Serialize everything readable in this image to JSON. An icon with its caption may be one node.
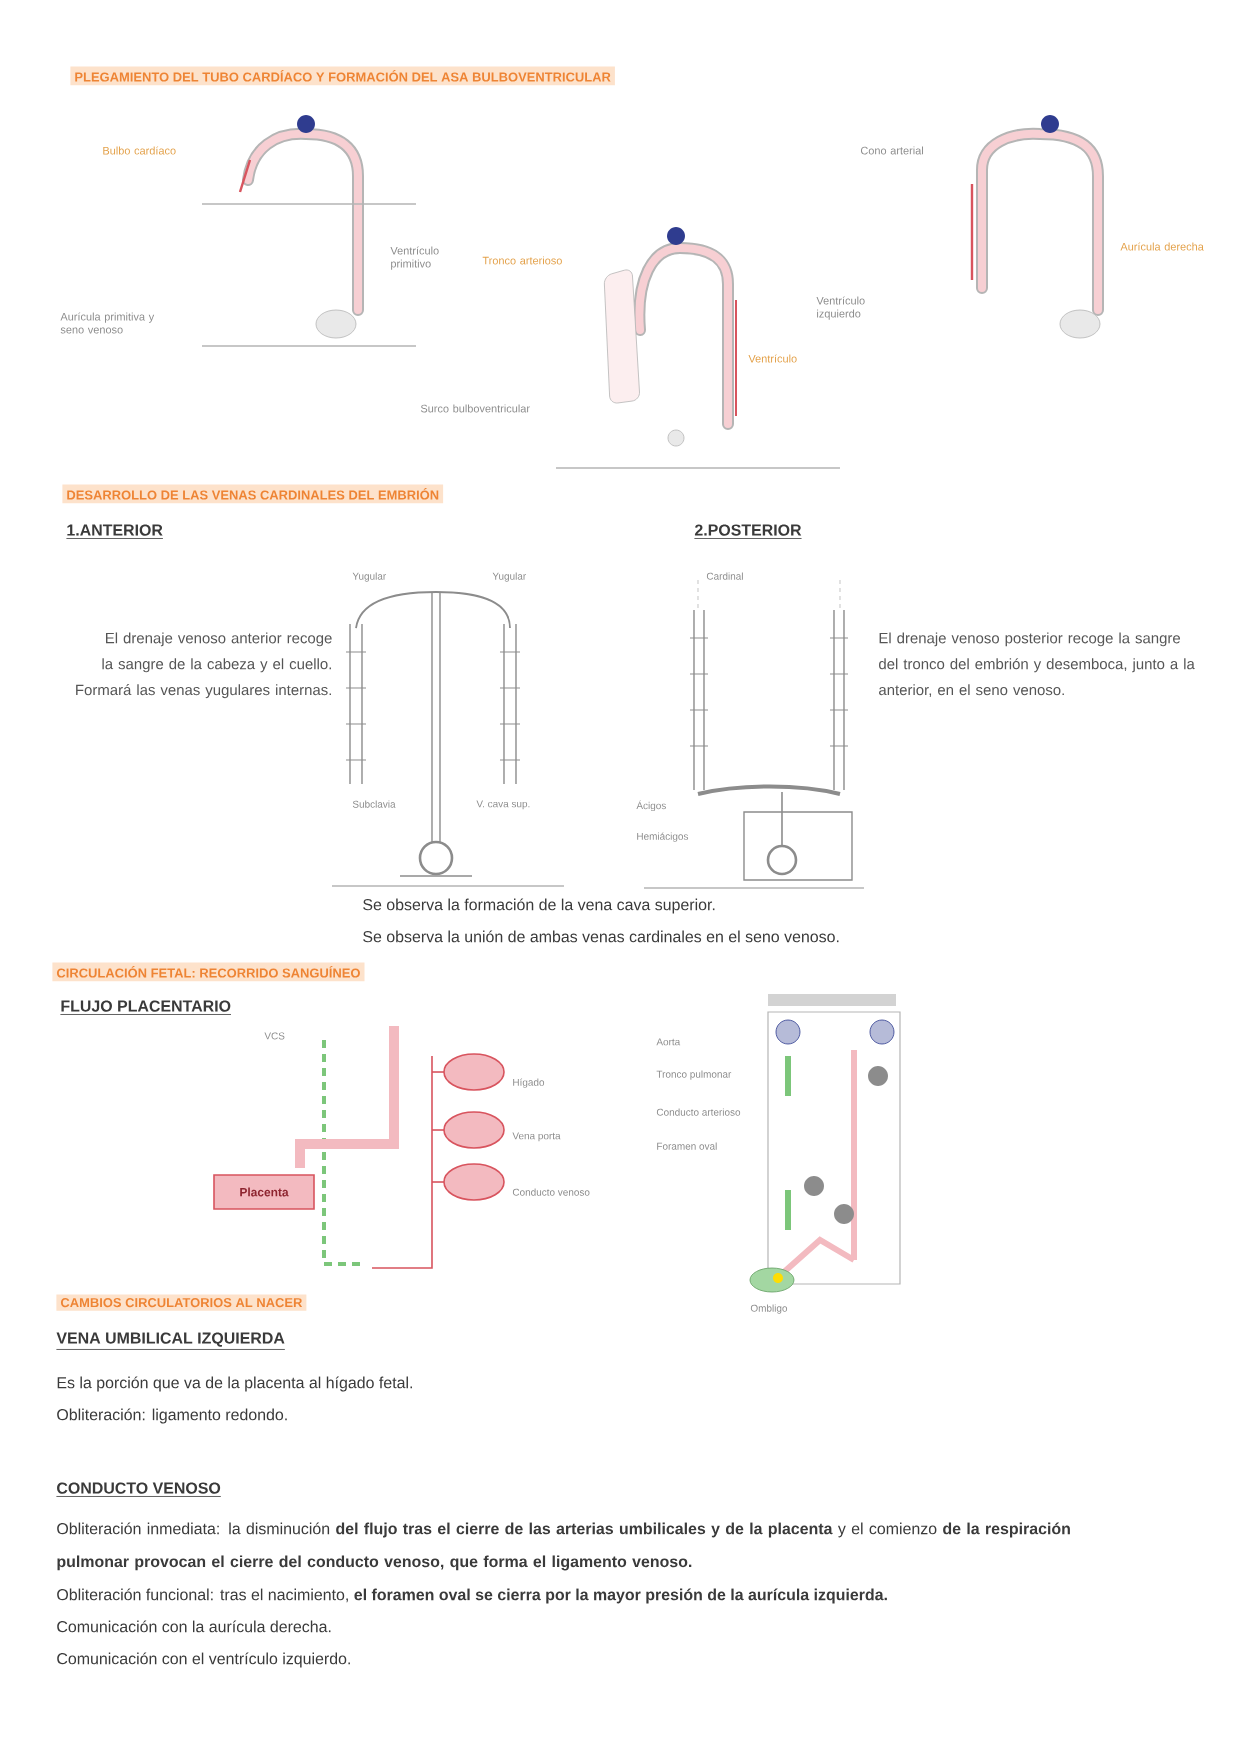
{
  "diagram": {
    "nodes": [
      {
        "text": [
          "PLEGAMIENTO DEL TUBO CARDÍACO Y FORMACIÓN DEL ASA BULBOVENTRICULAR"
        ]
      },
      {
        "text": [
          "DESARROLLO DE LAS VENAS CARDINALES DEL EMBRIÓN"
        ]
      },
      {
        "text": [
          "CIRCULACIÓN FETAL: RECORRIDO SANGUÍNEO"
        ]
      },
      {
        "text": [
          "Placenta"
        ]
      },
      {
        "text": [
          "CAMBIOS CIRCULATORIOS AL NACER"
        ]
      }
    ],
    "labels": [
      "Bulbo cardíaco",
      "Ventrículo primitivo",
      "Aurícula primitiva y seno venoso",
      "Tronco arterioso",
      "Ventrículo",
      "Surco bulboventricular",
      "Cono arterial",
      "Aurícula derecha",
      "Ventrículo izquierdo",
      "1.ANTERIOR",
      "2.POSTERIOR",
      "Yugular",
      "Yugular",
      "Cardinal",
      "El drenaje venoso anterior recoge la sangre de la cabeza y el cuello. Formará las venas yugulares internas.",
      "El drenaje venoso posterior recoge la sangre del tronco del embrión y desemboca, junto a la anterior, en el seno venoso.",
      "Subclavia",
      "V. cava sup.",
      "Ácigos",
      "Hemiácigos",
      "Se observa la formación de la vena cava superior.",
      "Se observa la unión de ambas venas cardinales en el seno venoso.",
      "FLUJO PLACENTARIO",
      "VCS",
      "Aorta",
      "Tronco pulmonar",
      "Hígado",
      "Conducto arterioso",
      "Vena porta",
      "Foramen oval",
      "Conducto venoso",
      "Ombligo",
      "VENA UMBILICAL IZQUIERDA",
      "Es la porción que va de la placenta al hígado fetal.",
      "Obliteración: ligamento redondo.",
      "CONDUCTO VENOSO",
      "Obliteración inmediata: la disminución **del flujo tras el cierre de las arterias umbilicales y de la placenta** y el comienzo **de la respiración pulmonar provocan el cierre del conducto venoso, que forma el ligamento venoso.**",
      "Obliteración funcional: tras el nacimiento, **el foramen oval se cierra por la mayor presión de la aurícula izquierda.**",
      "Comunicación con la aurícula derecha.",
      "Comunicación con el ventrículo izquierdo."
    ]
  }
}
